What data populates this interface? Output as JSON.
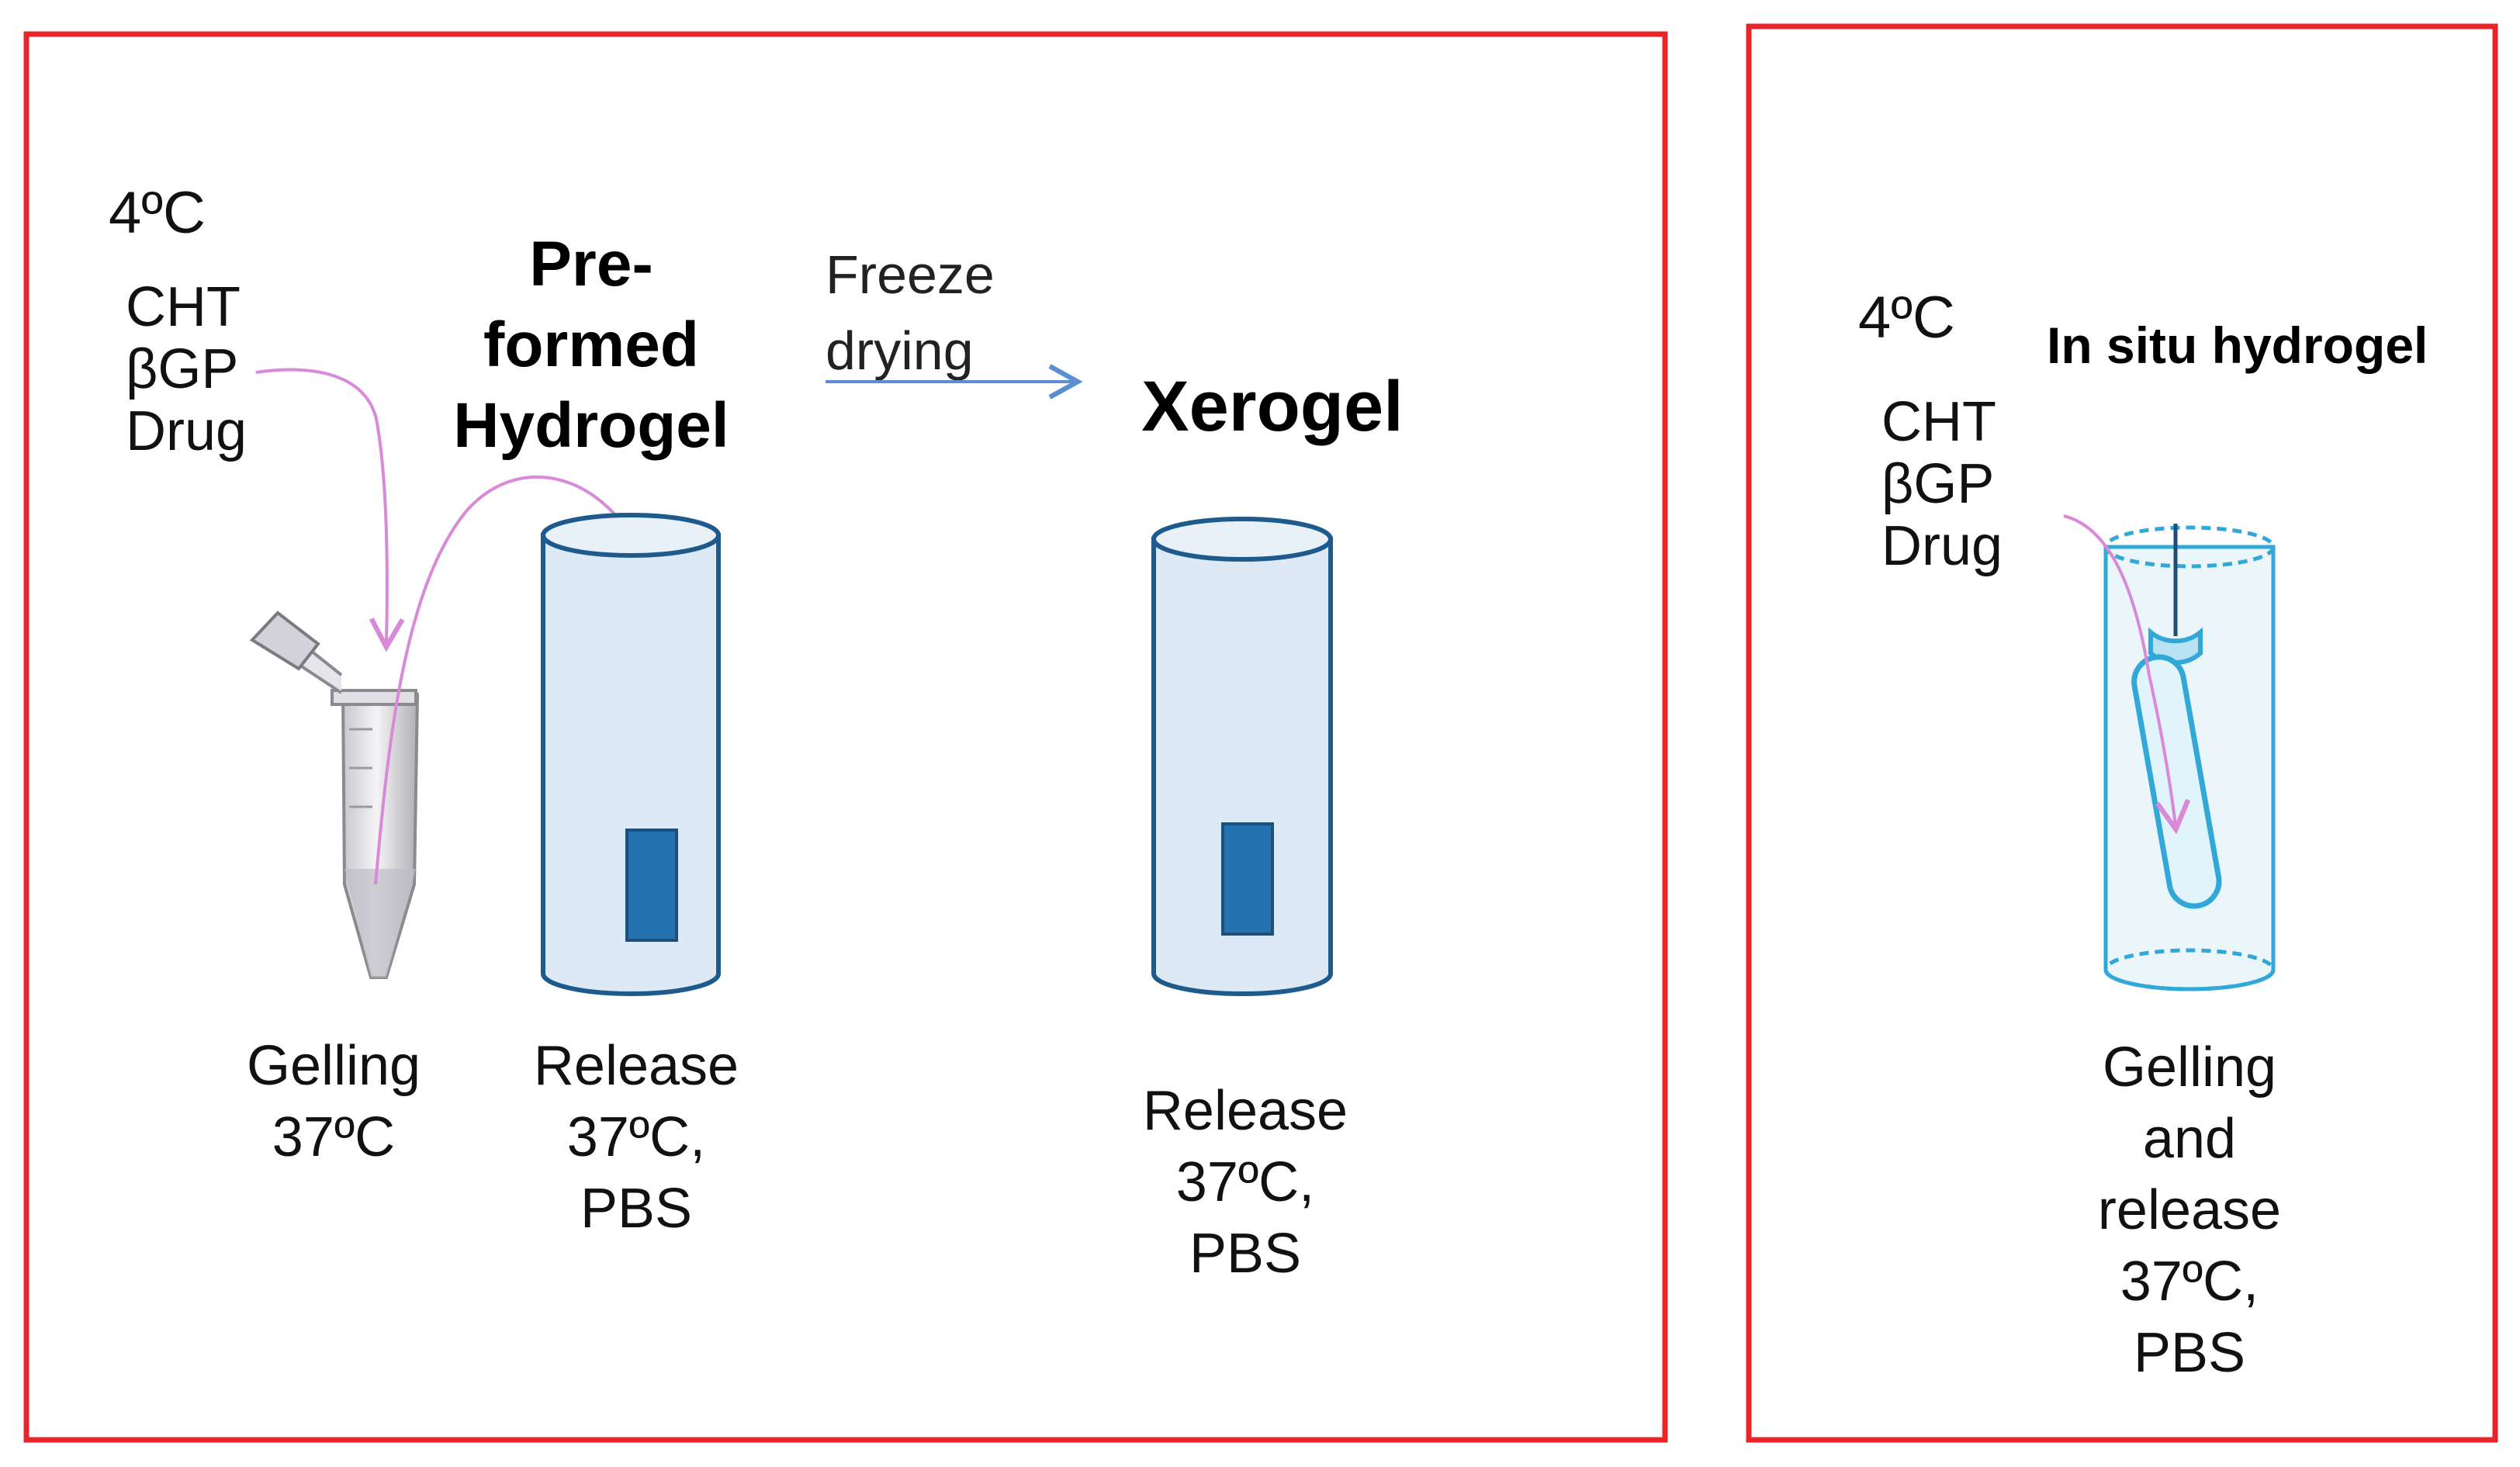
{
  "panels": {
    "left": {
      "temperature": "4ºC",
      "ingredients": [
        "CHT",
        "βGP",
        "Drug"
      ],
      "preformed_title": [
        "Pre-",
        "formed",
        "Hydrogel"
      ],
      "arrow_label": [
        "Freeze",
        "drying"
      ],
      "xerogel_title": "Xerogel",
      "gelling_caption": [
        "Gelling",
        "37ºC"
      ],
      "release_caption_hydrogel": [
        "Release",
        "37ºC,",
        "PBS"
      ],
      "release_caption_xerogel": [
        "Release",
        "37ºC,",
        "PBS"
      ]
    },
    "right": {
      "temperature": "4ºC",
      "title": "In situ hydrogel",
      "ingredients": [
        "CHT",
        "βGP",
        "Drug"
      ],
      "caption": [
        "Gelling",
        "and",
        "release",
        "37ºC,",
        "PBS"
      ]
    }
  },
  "colors": {
    "panel_border": "#e8262a",
    "container_fill": "#dde9f4",
    "container_stroke": "#1f5a8c",
    "gel_block": "#2471b0",
    "mix_arrow": "#d88ad8",
    "process_arrow": "#5b8fd0",
    "syringe": "#32a8d8"
  },
  "icons": [
    "microcentrifuge-tube-icon",
    "syringe-icon"
  ]
}
